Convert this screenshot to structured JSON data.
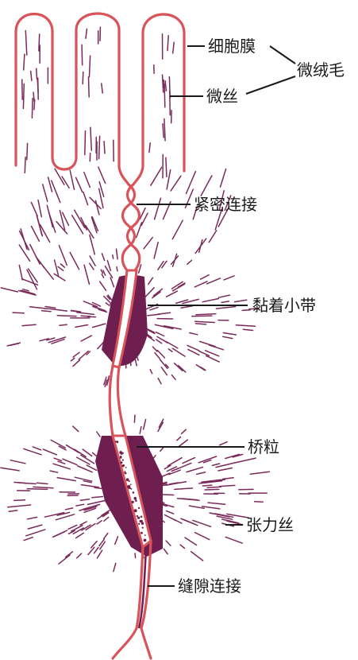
{
  "labels": {
    "cell_membrane": "细胞膜",
    "microvilli": "微绒毛",
    "microfilament": "微丝",
    "tight_junction": "紧密连接",
    "adherens_belt": "黏着小带",
    "desmosome_granule": "桥粒",
    "tonofilament": "张力丝",
    "gap_junction": "缝隙连接"
  },
  "colors": {
    "membrane": "#d9545a",
    "filament": "#7a2a5a",
    "plaque": "#6e1f4f",
    "text": "#1a1a1a"
  }
}
